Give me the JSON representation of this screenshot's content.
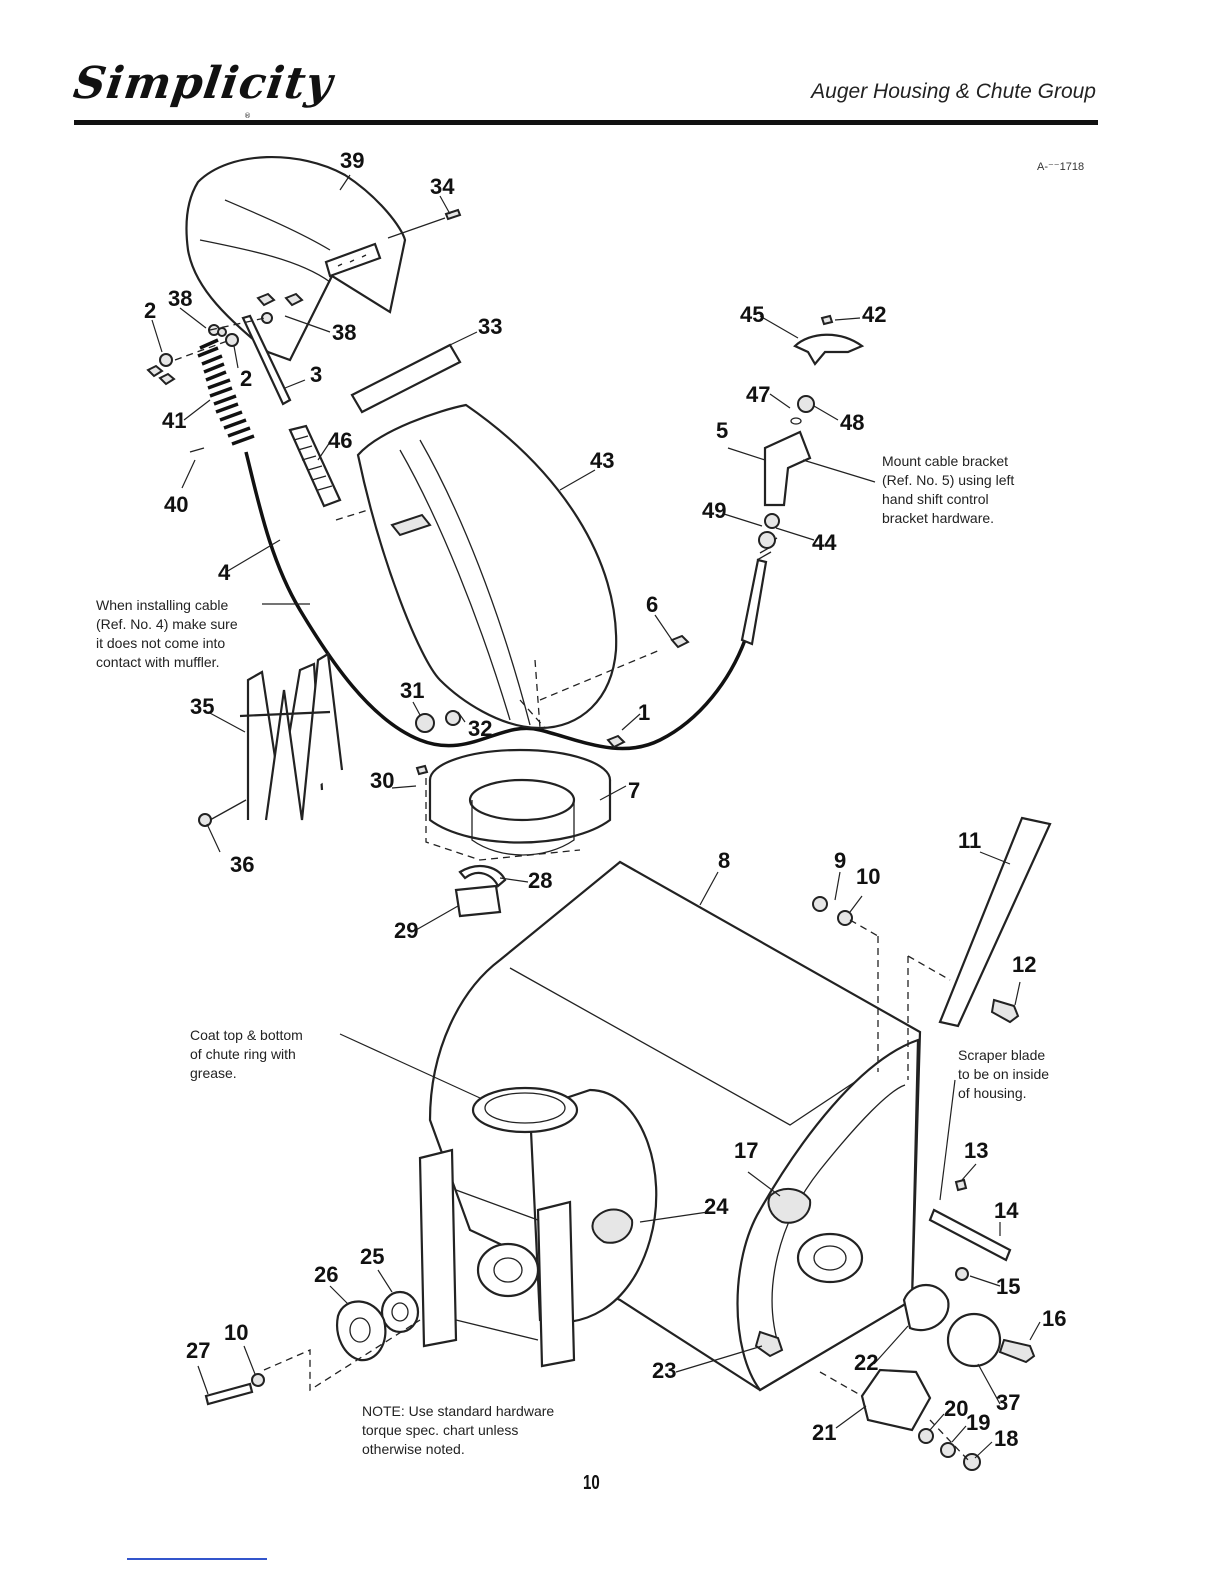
{
  "header": {
    "brand": "Simplicity",
    "brand_mark": "®",
    "section_title": "Auger Housing & Chute Group",
    "figure_code": "A-⁻⁻1718"
  },
  "notes": {
    "cable": "When installing cable\n(Ref. No. 4) make sure\nit does not come into\ncontact with muffler.",
    "bracket": "Mount cable bracket\n(Ref. No. 5) using left\nhand shift control\nbracket hardware.",
    "grease": "Coat top & bottom\nof chute ring with\ngrease.",
    "scraper": "Scraper blade\nto be on inside\nof housing.",
    "hardware": "NOTE: Use standard hardware\ntorque spec. chart unless\notherwise noted."
  },
  "callouts": [
    "39",
    "34",
    "38",
    "2",
    "38",
    "2",
    "3",
    "33",
    "41",
    "46",
    "40",
    "4",
    "43",
    "45",
    "42",
    "47",
    "48",
    "5",
    "49",
    "44",
    "6",
    "31",
    "32",
    "1",
    "35",
    "30",
    "7",
    "36",
    "28",
    "29",
    "8",
    "9",
    "10",
    "11",
    "12",
    "13",
    "14",
    "15",
    "16",
    "17",
    "24",
    "25",
    "26",
    "10",
    "27",
    "23",
    "22",
    "37",
    "21",
    "20",
    "19",
    "18"
  ],
  "page_number": "10"
}
